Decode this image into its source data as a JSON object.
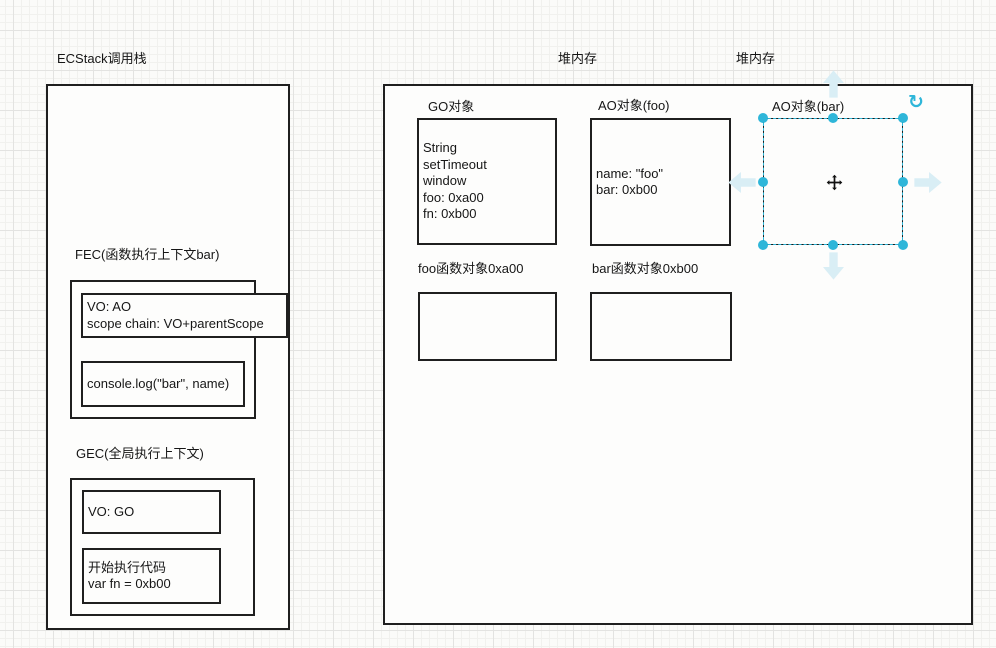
{
  "stack_panel": {
    "title": "ECStack调用栈",
    "fec_label": "FEC(函数执行上下文bar)",
    "fec_vo_lines": [
      "VO: AO",
      "scope chain: VO+parentScope"
    ],
    "fec_code": "console.log(\"bar\", name)",
    "gec_label": "GEC(全局执行上下文)",
    "gec_vo": "VO: GO",
    "gec_code_lines": [
      "开始执行代码",
      "var fn = 0xb00"
    ]
  },
  "heap_panel": {
    "heading_1": "堆内存",
    "heading_2": "堆内存",
    "go_title": "GO对象",
    "go_lines": [
      "String",
      "setTimeout",
      "window",
      "foo: 0xa00",
      "fn: 0xb00"
    ],
    "ao_foo_title": "AO对象(foo)",
    "ao_foo_lines": [
      "name: \"foo\"",
      "bar: 0xb00"
    ],
    "ao_bar_title": "AO对象(bar)",
    "foo_fn_title": "foo函数对象0xa00",
    "bar_fn_title": "bar函数对象0xb00"
  },
  "selection": {
    "handle_color": "#2eb6d9",
    "arrow_color": "#d9eef5",
    "rotate_glyph": "↻"
  }
}
